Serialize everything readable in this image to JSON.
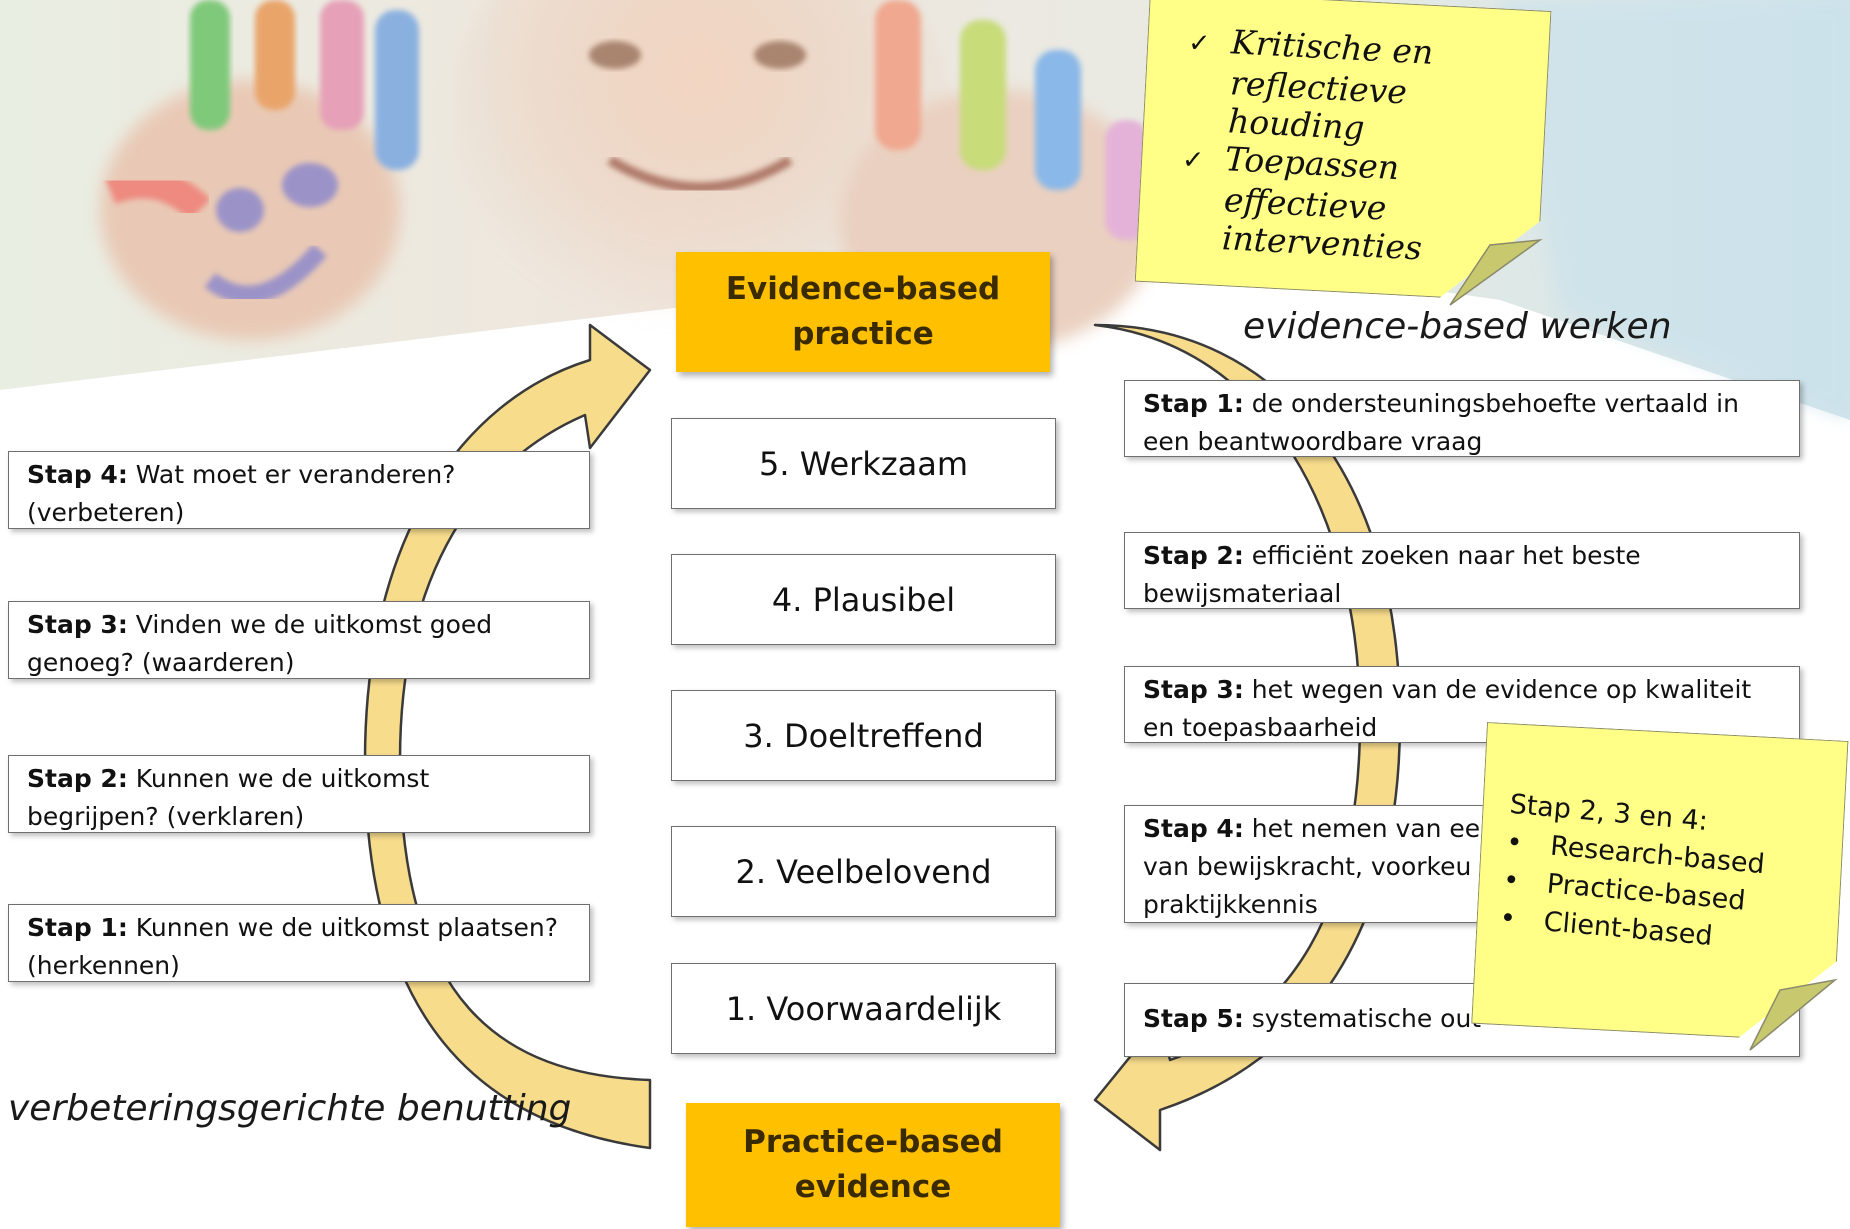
{
  "header_banner": {
    "description_icon": "child-painted-hands-photo"
  },
  "top_orange": {
    "line1": "Evidence-based",
    "line2": "practice"
  },
  "bottom_orange": {
    "line1": "Practice-based",
    "line2": "evidence"
  },
  "levels": [
    {
      "label": "5. Werkzaam"
    },
    {
      "label": "4. Plausibel"
    },
    {
      "label": "3. Doeltreffend"
    },
    {
      "label": "2. Veelbelovend"
    },
    {
      "label": "1. Voorwaardelijk"
    }
  ],
  "left_label": "verbeteringsgerichte benutting",
  "right_label": "evidence-based werken",
  "left_steps": [
    {
      "bold": "Stap 4:",
      "text1": " Wat moet er veranderen?",
      "text2": "(verbeteren)"
    },
    {
      "bold": "Stap 3:",
      "text1": " Vinden we de uitkomst goed",
      "text2": "genoeg? (waarderen)"
    },
    {
      "bold": "Stap 2:",
      "text1": " Kunnen we de uitkomst",
      "text2": "begrijpen? (verklaren)"
    },
    {
      "bold": "Stap 1:",
      "text1": " Kunnen we de uitkomst plaatsen?",
      "text2": "(herkennen)"
    }
  ],
  "right_steps": [
    {
      "bold": "Stap 1:",
      "text1": " de ondersteuningsbehoefte vertaald in",
      "text2": "een beantwoordbare vraag"
    },
    {
      "bold": "Stap 2:",
      "text1": " efficiënt zoeken naar het beste",
      "text2": "bewijsmateriaal"
    },
    {
      "bold": "Stap 3:",
      "text1": " het wegen van de evidence op kwaliteit",
      "text2": "en toepasbaarheid"
    },
    {
      "bold": "Stap 4:",
      "text1": " het nemen van een",
      "text2": "van bewijskracht, voorkeu",
      "text3": "praktijkkennis"
    },
    {
      "bold": "Stap 5:",
      "text1": " systematische out"
    }
  ],
  "sticky_top": {
    "check_symbol": "✓",
    "lines": [
      "Kritische en",
      "reflectieve",
      "houding",
      "Toepassen",
      "effectieve",
      "interventies"
    ]
  },
  "sticky_bottom": {
    "title": "Stap 2, 3 en 4:",
    "bullet_symbol": "•",
    "items": [
      "Research-based",
      "Practice-based",
      "Client-based"
    ]
  },
  "colors": {
    "orange": "#ffc000",
    "arrow_fill": "#f7dc8c",
    "arrow_stroke": "#3a3a3a",
    "sticky": "#ffff88",
    "sticky_fold": "#c8c86e"
  }
}
